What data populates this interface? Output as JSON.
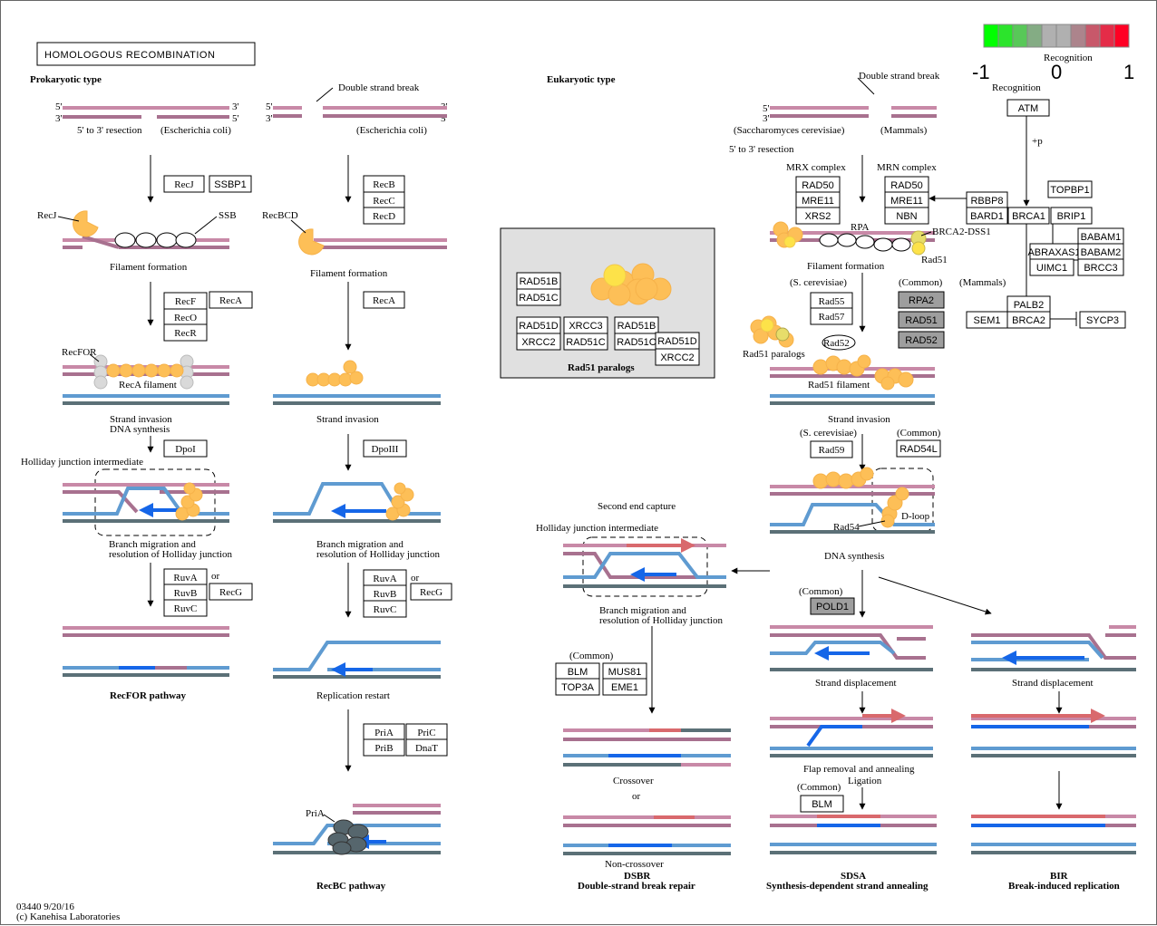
{
  "title": "HOMOLOGOUS RECOMBINATION",
  "legend": {
    "label": "Recognition",
    "min": "-1",
    "mid": "0",
    "max": "1",
    "colors": [
      "#00ff00",
      "#2ce42c",
      "#58c858",
      "#84ac84",
      "#b0b0b0",
      "#b0b0b0",
      "#ac848c",
      "#c8586a",
      "#e42c48",
      "#ff0024"
    ]
  },
  "headers": {
    "prok": "Prokaryotic type",
    "euk": "Eukaryotic type"
  },
  "ends": {
    "f5": "5'",
    "f3": "3'"
  },
  "pathway_labels": {
    "recfor": "RecFOR pathway",
    "recbc": "RecBC pathway",
    "dsbr_short": "DSBR",
    "dsbr_long": "Double-strand break repair",
    "sdsa_short": "SDSA",
    "sdsa_long": "Synthesis-dependent strand annealing",
    "bir_short": "BIR",
    "bir_long": "Break-induced replication"
  },
  "labels": {
    "dsb": "Double strand break",
    "resect53": "5' to 3' resection",
    "ecoli": "(Escherichia coli)",
    "recj_lbl": "RecJ",
    "ssb_lbl": "SSB",
    "recbcd_lbl": "RecBCD",
    "filament": "Filament formation",
    "recfor_lbl": "RecFOR",
    "reca_fil": "RecA filament",
    "strand_inv_dna": "Strand invasion",
    "dna_syn": "DNA synthesis",
    "holliday": "Holliday junction intermediate",
    "branch1": "Branch migration and",
    "branch2": "resolution of Holliday junction",
    "strand_inv": "Strand invasion",
    "rep_restart": "Replication restart",
    "or": "or",
    "pria_lbl": "PriA",
    "sacc": "(Saccharomyces cerevisiae)",
    "mammals": "(Mammals)",
    "mrx": "MRX complex",
    "mrn": "MRN complex",
    "rpa_lbl": "RPA",
    "brca2dss1": "BRCA2-DSS1",
    "rad51_lbl": "Rad51",
    "scer": "(S. cerevisiae)",
    "common": "(Common)",
    "rad51paralogs": "Rad51 paralogs",
    "rad52_lbl": "Rad52",
    "rad51fil": "Rad51 filament",
    "rad54_lbl": "Rad54",
    "dloop": "D-loop",
    "dna_syn2": "DNA synthesis",
    "second_end": "Second end capture",
    "crossover": "Crossover",
    "noncross": "Non-crossover",
    "strand_disp": "Strand displacement",
    "flap1": "Flap removal and annealing",
    "flap2": "Ligation",
    "recognition": "Recognition",
    "plusp": "+p",
    "mammals2": "(Mammals)",
    "date": "03440 9/20/16",
    "copy": "(c) Kanehisa Laboratories"
  },
  "genes": {
    "recj": "RecJ",
    "ssbp1": "SSBP1",
    "recb": "RecB",
    "recc": "RecC",
    "recd": "RecD",
    "recf": "RecF",
    "reco": "RecO",
    "recr": "RecR",
    "reca1": "RecA",
    "reca2": "RecA",
    "dpoi": "DpoI",
    "dpoiii": "DpoIII",
    "ruva1": "RuvA",
    "ruvb1": "RuvB",
    "ruvc1": "RuvC",
    "recg1": "RecG",
    "ruva2": "RuvA",
    "ruvb2": "RuvB",
    "ruvc2": "RuvC",
    "recg2": "RecG",
    "pria": "PriA",
    "pric": "PriC",
    "prib": "PriB",
    "dnat": "DnaT",
    "p_rad51b1": "RAD51B",
    "p_rad51c1": "RAD51C",
    "p_rad51d1": "RAD51D",
    "p_xrcc2a": "XRCC2",
    "p_xrcc3": "XRCC3",
    "p_rad51c2": "RAD51C",
    "p_rad51b2": "RAD51B",
    "p_rad51c3": "RAD51C",
    "p_rad51d2": "RAD51D",
    "p_xrcc2b": "XRCC2",
    "rad50a": "RAD50",
    "mre11a": "MRE11",
    "xrs2": "XRS2",
    "rad50b": "RAD50",
    "mre11b": "MRE11",
    "nbn": "NBN",
    "rbbp8": "RBBP8",
    "bard1": "BARD1",
    "brca1": "BRCA1",
    "brip1": "BRIP1",
    "topbp1": "TOPBP1",
    "atm": "ATM",
    "abraxas1": "ABRAXAS1",
    "uimc1": "UIMC1",
    "babam1": "BABAM1",
    "babam2": "BABAM2",
    "brcc3": "BRCC3",
    "palb2": "PALB2",
    "sem1": "SEM1",
    "brca2": "BRCA2",
    "sycp3": "SYCP3",
    "rad55": "Rad55",
    "rad57": "Rad57",
    "rpa2": "RPA2",
    "rad51": "RAD51",
    "rad52": "RAD52",
    "rad59": "Rad59",
    "rad54l": "RAD54L",
    "pold1": "POLD1",
    "blm1": "BLM",
    "mus81": "MUS81",
    "top3a": "TOP3A",
    "eme1": "EME1",
    "blm2": "BLM"
  }
}
